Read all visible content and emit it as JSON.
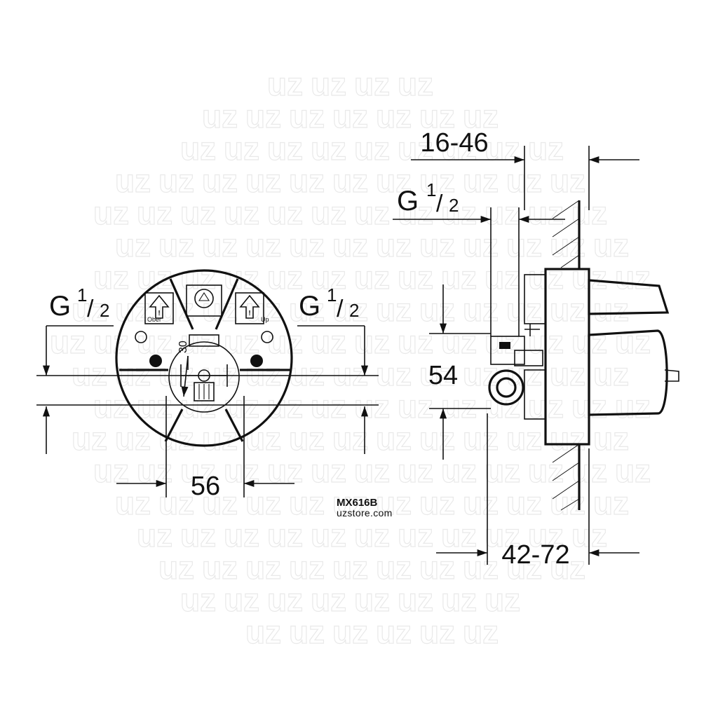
{
  "diagram": {
    "front_view": {
      "thread_left": {
        "main": "G",
        "num": "1",
        "slash": "/",
        "den": "2"
      },
      "thread_right": {
        "main": "G",
        "num": "1",
        "slash": "/",
        "den": "2"
      },
      "width_dim": "56",
      "angle_mark": "30",
      "small_left": "Ober",
      "small_right": "Up"
    },
    "side_view": {
      "top_dim": "16-46",
      "thread": {
        "main": "G",
        "num": "1",
        "slash": "/",
        "den": "2"
      },
      "height_dim": "54",
      "bottom_dim": "42-72"
    },
    "label": {
      "code": "MX616B",
      "site": "uzstore.com"
    },
    "watermark": {
      "text": "uz",
      "color": "#e9e9e9"
    }
  }
}
